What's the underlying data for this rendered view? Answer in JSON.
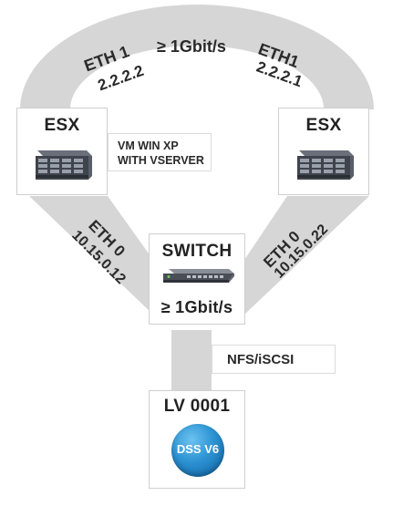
{
  "colors": {
    "band": "#d6d6d6",
    "badge": "#1f86c6",
    "text": "#222222"
  },
  "top_link": {
    "left_port": "ETH 1",
    "left_ip": "2.2.2.2",
    "speed": "≥ 1Gbit/s",
    "right_port": "ETH1",
    "right_ip": "2.2.2.1"
  },
  "esx_left": {
    "title": "ESX",
    "icon": "server-icon"
  },
  "esx_right": {
    "title": "ESX",
    "icon": "server-icon"
  },
  "vm_note": {
    "line1": "VM WIN XP",
    "line2": "WITH VSERVER"
  },
  "left_link": {
    "port": "ETH 0",
    "ip": "10.15.0.12"
  },
  "right_link": {
    "port": "ETH 0",
    "ip": "10.15.0.22"
  },
  "switch": {
    "title": "SWITCH",
    "speed": "≥ 1Gbit/s",
    "icon": "switch-icon"
  },
  "storage_link": {
    "protocol": "NFS/iSCSI"
  },
  "storage": {
    "title": "LV 0001",
    "badge": "DSS V6"
  }
}
